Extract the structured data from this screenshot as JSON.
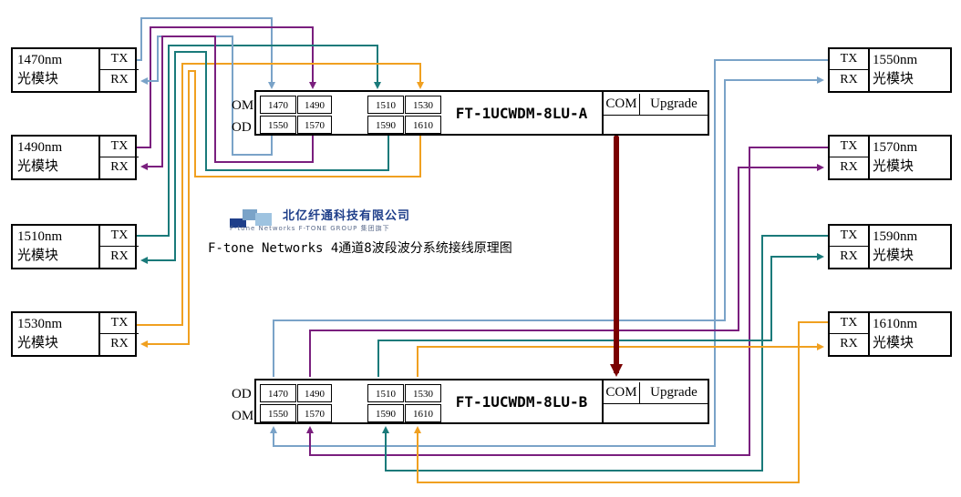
{
  "colors": {
    "ch1470": "#7aa3c8",
    "ch1490": "#7a1f7e",
    "ch1510": "#1a7a7a",
    "ch1530": "#f0a020",
    "trunk": "#7a0000"
  },
  "modules_left": [
    {
      "wavelength": "1470nm",
      "sub": "光模块",
      "tx": "TX",
      "rx": "RX"
    },
    {
      "wavelength": "1490nm",
      "sub": "光模块",
      "tx": "TX",
      "rx": "RX"
    },
    {
      "wavelength": "1510nm",
      "sub": "光模块",
      "tx": "TX",
      "rx": "RX"
    },
    {
      "wavelength": "1530nm",
      "sub": "光模块",
      "tx": "TX",
      "rx": "RX"
    }
  ],
  "modules_right": [
    {
      "wavelength": "1550nm",
      "sub": "光模块",
      "tx": "TX",
      "rx": "RX"
    },
    {
      "wavelength": "1570nm",
      "sub": "光模块",
      "tx": "TX",
      "rx": "RX"
    },
    {
      "wavelength": "1590nm",
      "sub": "光模块",
      "tx": "TX",
      "rx": "RX"
    },
    {
      "wavelength": "1610nm",
      "sub": "光模块",
      "tx": "TX",
      "rx": "RX"
    }
  ],
  "wdm_a": {
    "model": "FT-1UCWDM-8LU-A",
    "row_top": "OM",
    "row_bottom": "OD",
    "top_ports": [
      "1470",
      "1490",
      "1510",
      "1530"
    ],
    "bottom_ports": [
      "1550",
      "1570",
      "1590",
      "1610"
    ],
    "com": "COM",
    "upgrade": "Upgrade"
  },
  "wdm_b": {
    "model": "FT-1UCWDM-8LU-B",
    "row_top": "OD",
    "row_bottom": "OM",
    "top_ports": [
      "1470",
      "1490",
      "1510",
      "1530"
    ],
    "bottom_ports": [
      "1550",
      "1570",
      "1590",
      "1610"
    ],
    "com": "COM",
    "upgrade": "Upgrade"
  },
  "brand": {
    "company_cn": "北亿纤通科技有限公司",
    "sub_en": "F-tone Networks    F-TONE GROUP  集团旗下"
  },
  "diagram_title": "F-tone Networks 4通道8波段波分系统接线原理图"
}
